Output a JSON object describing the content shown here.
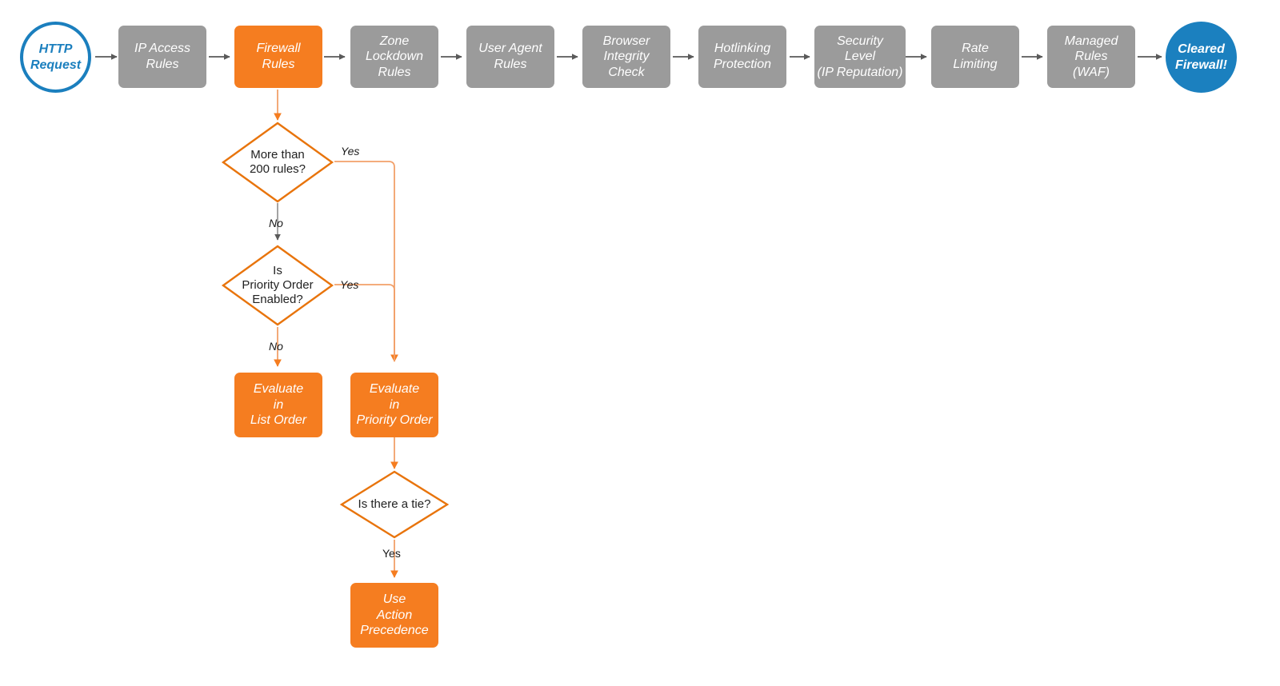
{
  "diagram": {
    "title": "Cloudflare Firewall Rules Evaluation Order",
    "colors": {
      "orange": "#f57d20",
      "orange_edge": "#f2a06a",
      "gray_box": "#9b9b9b",
      "gray_edge": "#5a5a5a",
      "blue": "#1b80bf",
      "blue_border": "#1b7fbe",
      "text_dark": "#222222",
      "background": "#ffffff"
    }
  },
  "pipeline": {
    "start": {
      "label": "HTTP\nRequest",
      "shape": "circle",
      "style": "hollow-blue"
    },
    "steps": [
      {
        "label": "IP Access\nRules",
        "style": "gray"
      },
      {
        "label": "Firewall\nRules",
        "style": "orange"
      },
      {
        "label": "Zone\nLockdown\nRules",
        "style": "gray"
      },
      {
        "label": "User Agent\nRules",
        "style": "gray"
      },
      {
        "label": "Browser\nIntegrity\nCheck",
        "style": "gray"
      },
      {
        "label": "Hotlinking\nProtection",
        "style": "gray"
      },
      {
        "label": "Security\nLevel\n(IP Reputation)",
        "style": "gray"
      },
      {
        "label": "Rate\nLimiting",
        "style": "gray"
      },
      {
        "label": "Managed\nRules\n(WAF)",
        "style": "gray"
      }
    ],
    "end": {
      "label": "Cleared\nFirewall!",
      "shape": "circle",
      "style": "filled-blue"
    }
  },
  "branch": {
    "decisions": [
      {
        "id": "more-than-200-rules",
        "label": "More than\n200 rules?"
      },
      {
        "id": "is-priority-order-enabled",
        "label": "Is\nPriority Order\nEnabled?"
      },
      {
        "id": "is-there-a-tie",
        "label": "Is there a tie?"
      }
    ],
    "outcomes": [
      {
        "id": "evaluate-in-list-order",
        "label": "Evaluate\nin\nList Order"
      },
      {
        "id": "evaluate-in-priority-order",
        "label": "Evaluate\nin\nPriority Order"
      },
      {
        "id": "use-action-precedence",
        "label": "Use\nAction\nPrecedence"
      }
    ],
    "edge_labels": {
      "rules_yes": "Yes",
      "rules_no": "No",
      "priority_yes": "Yes",
      "priority_no": "No",
      "tie_yes": "Yes"
    }
  }
}
